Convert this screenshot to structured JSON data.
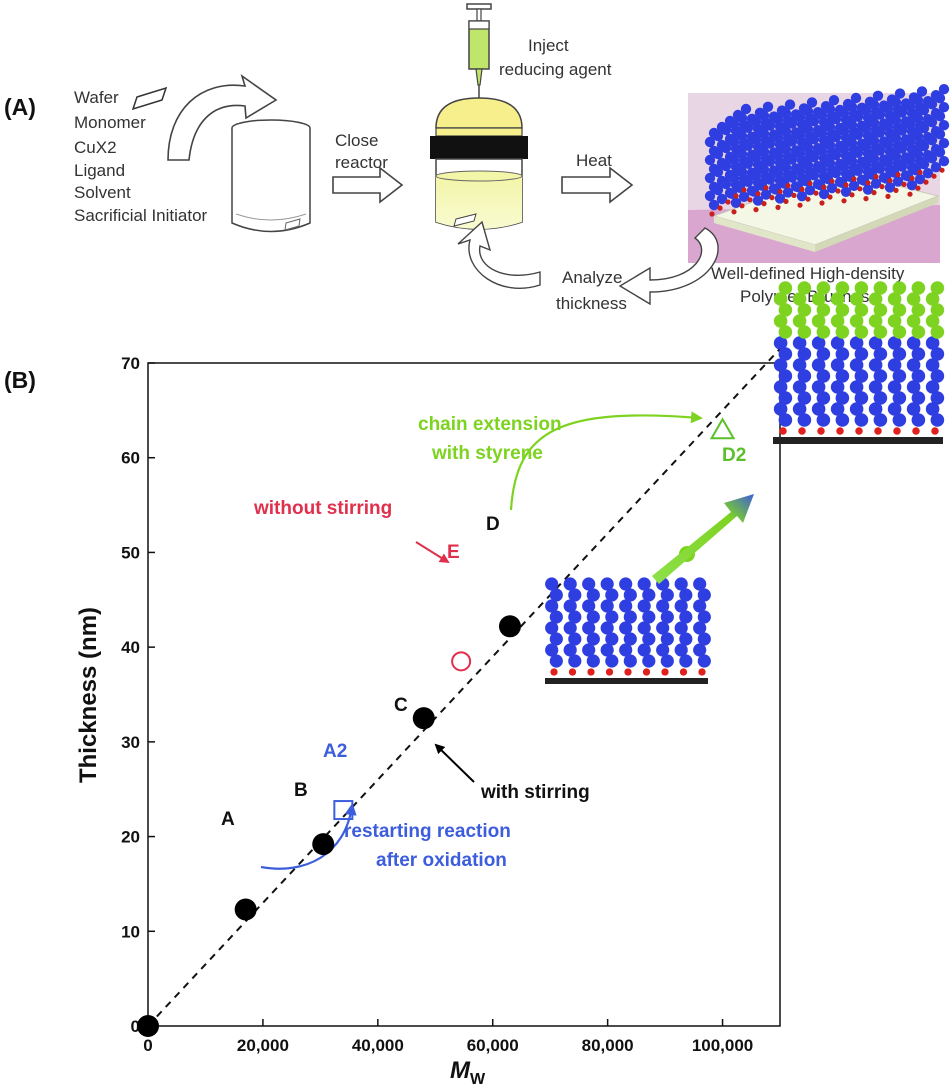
{
  "panel_a": {
    "label": "(A)",
    "ingredients": [
      "Wafer",
      "Monomer",
      "CuX2",
      "Ligand",
      "Solvent",
      "Sacrificial Initiator"
    ],
    "step_close": [
      "Close",
      "reactor"
    ],
    "step_inject": [
      "Inject",
      "reducing agent"
    ],
    "step_heat": "Heat",
    "step_analyze": [
      "Analyze",
      "thickness"
    ],
    "result": [
      "Well-defined High-density",
      "Polymer Brushes"
    ]
  },
  "chart_data": {
    "type": "scatter",
    "panel_label": "(B)",
    "xlabel": "M",
    "xlabel_sub": "W",
    "ylabel": "Thickness (nm)",
    "xlim": [
      0,
      110000
    ],
    "ylim": [
      0,
      70
    ],
    "x_ticks": [
      0,
      20000,
      40000,
      60000,
      80000,
      100000
    ],
    "x_tick_labels": [
      "0",
      "20,000",
      "40,000",
      "60,000",
      "80,000",
      "100,000"
    ],
    "y_ticks": [
      0,
      10,
      20,
      30,
      40,
      50,
      60,
      70
    ],
    "y_tick_labels": [
      "0",
      "10",
      "20",
      "30",
      "40",
      "50",
      "60",
      "70"
    ],
    "fit_line": {
      "x": [
        0,
        110000
      ],
      "y": [
        0,
        71.5
      ],
      "style": "dashed"
    },
    "points": [
      {
        "label": "",
        "x": 0,
        "y": 0,
        "marker": "filled-circle",
        "color": "#000000"
      },
      {
        "label": "A",
        "x": 17000,
        "y": 12.3,
        "marker": "filled-circle",
        "color": "#000000"
      },
      {
        "label": "B",
        "x": 30500,
        "y": 19.2,
        "marker": "filled-circle",
        "color": "#000000"
      },
      {
        "label": "C",
        "x": 48000,
        "y": 32.5,
        "marker": "filled-circle",
        "color": "#000000"
      },
      {
        "label": "D",
        "x": 63000,
        "y": 42.2,
        "marker": "filled-circle",
        "color": "#000000"
      },
      {
        "label": "A2",
        "x": 34000,
        "y": 22.8,
        "marker": "open-square",
        "color": "#3c5ddc"
      },
      {
        "label": "E",
        "x": 54500,
        "y": 38.5,
        "marker": "open-circle",
        "color": "#e0304c"
      },
      {
        "label": "D2",
        "x": 100000,
        "y": 63.0,
        "marker": "open-triangle",
        "color": "#5bc02a"
      }
    ],
    "annotations": {
      "with_stirring": "with stirring",
      "without_stirring": "without stirring",
      "restarting": [
        "restarting reaction",
        "after oxidation"
      ],
      "chain_extension": [
        "chain extension",
        "with styrene"
      ]
    },
    "colors": {
      "blue": "#3c5ddc",
      "red": "#e0304c",
      "green": "#7ed321",
      "black": "#000000"
    }
  }
}
